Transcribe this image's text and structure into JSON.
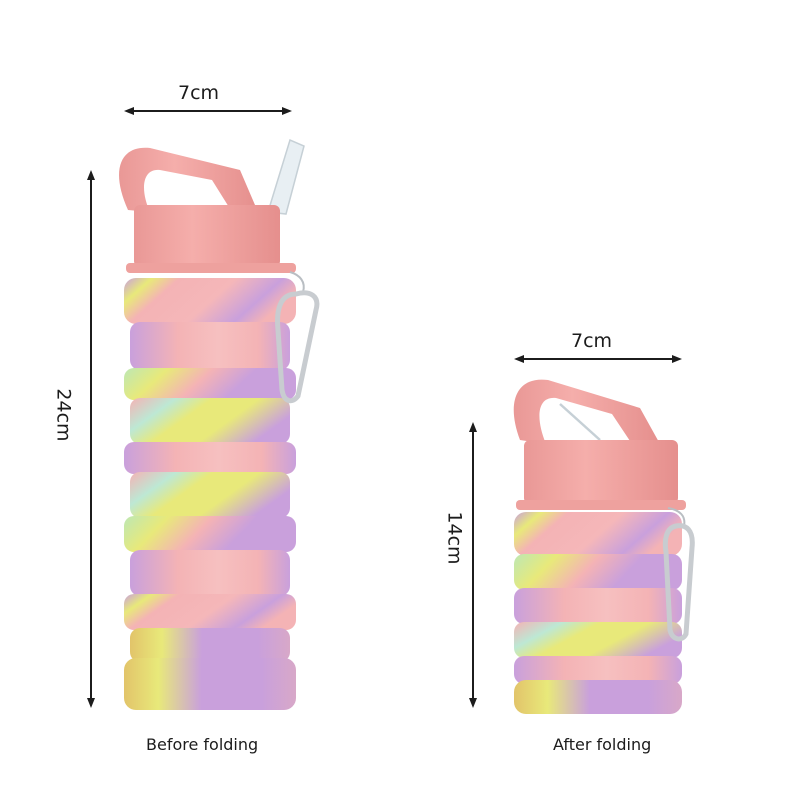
{
  "image": {
    "subject": "Collapsible silicone water bottle, before and after folding",
    "background": "#ffffff"
  },
  "colors": {
    "lid_pink": "#f2a3a0",
    "lid_pink_dark": "#e48e8c",
    "swirl_pink": "#f4b3b5",
    "swirl_purple": "#c9a0dc",
    "swirl_yellow": "#e8e97a",
    "swirl_mint": "#bde8d4",
    "carabiner_silver": "#c8ccd0",
    "straw_clear": "#e6eef2",
    "line_color": "#1c1c1c"
  },
  "before": {
    "caption": "Before folding",
    "width_label": "7cm",
    "height_label": "24cm"
  },
  "after": {
    "caption": "After folding",
    "width_label": "7cm",
    "height_label": "14cm"
  }
}
